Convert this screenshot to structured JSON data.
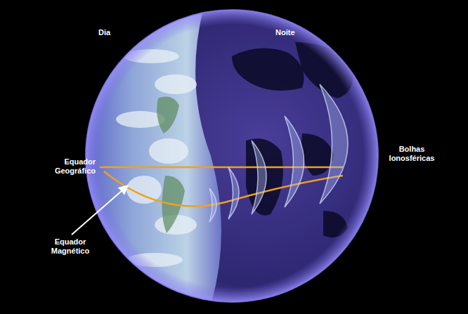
{
  "diagram": {
    "labels": [
      "Dia",
      "Noite",
      "Equador Geográfico",
      "Equador Magnético",
      "Bolhas Ionosféricas"
    ]
  }
}
